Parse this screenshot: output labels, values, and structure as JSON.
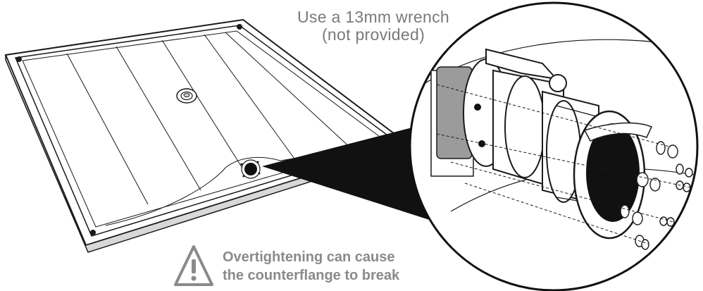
{
  "callouts": {
    "wrench_line1": "Use a 13mm wrench",
    "wrench_line2": "(not provided)"
  },
  "warning": {
    "line1": "Overtightening can cause",
    "line2": "the counterflange to break",
    "icon": "warning-triangle-icon",
    "color": "#8a8a8a"
  },
  "colors": {
    "outline": "#1a1a1a",
    "gray_fill": "#9b9b9b",
    "text": "#7a7a7a"
  }
}
